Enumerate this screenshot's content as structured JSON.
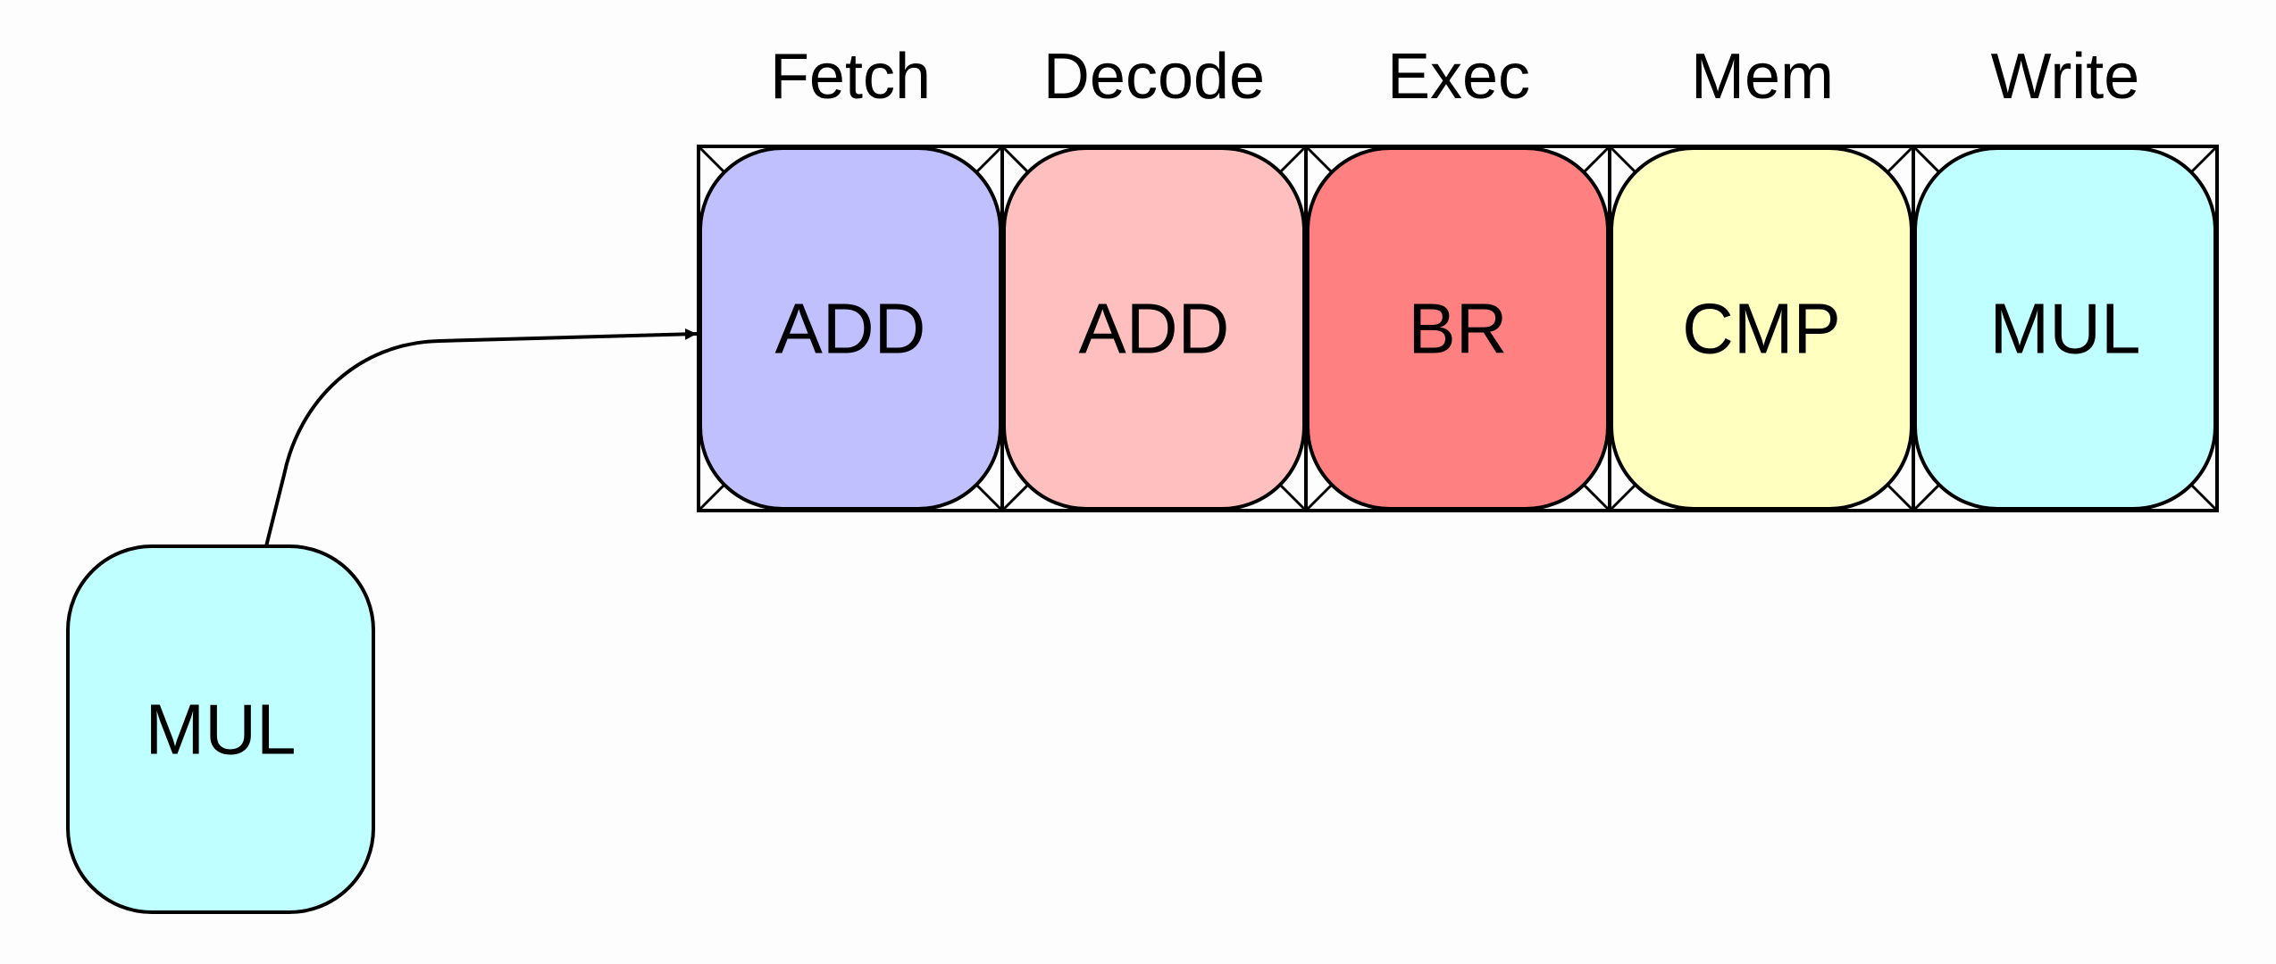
{
  "pipeline": {
    "stages": [
      {
        "label": "Fetch",
        "instruction": "ADD",
        "color": "#c0c0ff"
      },
      {
        "label": "Decode",
        "instruction": "ADD",
        "color": "#ffbfbf"
      },
      {
        "label": "Exec",
        "instruction": "BR",
        "color": "#ff8080"
      },
      {
        "label": "Mem",
        "instruction": "CMP",
        "color": "#ffffc0"
      },
      {
        "label": "Write",
        "instruction": "MUL",
        "color": "#c0ffff"
      }
    ]
  },
  "incoming": {
    "instruction": "MUL",
    "color": "#c0ffff"
  }
}
